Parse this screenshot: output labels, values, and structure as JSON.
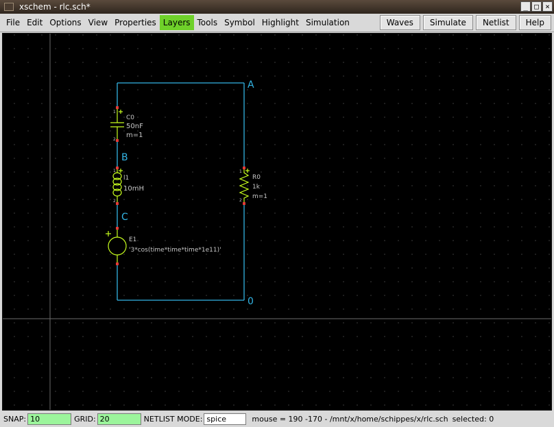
{
  "window": {
    "title": "xschem - rlc.sch*"
  },
  "menu": {
    "items": [
      "File",
      "Edit",
      "Options",
      "View",
      "Properties",
      "Layers",
      "Tools",
      "Symbol",
      "Highlight",
      "Simulation"
    ],
    "active": "Layers"
  },
  "toolbar": {
    "waves": "Waves",
    "simulate": "Simulate",
    "netlist": "Netlist",
    "help": "Help"
  },
  "schematic": {
    "nets": {
      "a": "A",
      "b": "B",
      "c": "C",
      "gnd": "0"
    },
    "c0": {
      "name": "C0",
      "value": "50nF",
      "mult": "m=1",
      "pin1": "1",
      "pin2": "2"
    },
    "l1": {
      "name": "l1",
      "value": "10mH",
      "pin1": "1",
      "pin2": "2"
    },
    "r0": {
      "name": "R0",
      "value": "1k",
      "mult": "m=1",
      "pin1": "1",
      "pin2": "2"
    },
    "e1": {
      "name": "E1",
      "value": "'3*cos(time*time*time*1e11)'"
    },
    "colors": {
      "wire": "#33b5e5",
      "symbol": "#c8ff1e",
      "pin": "#e53935",
      "label": "#c8c8c8"
    }
  },
  "status": {
    "snap_label": "SNAP:",
    "snap_value": "10",
    "grid_label": "GRID:",
    "grid_value": "20",
    "netlist_mode_label": "NETLIST MODE:",
    "netlist_mode_value": "spice",
    "mouse": "mouse = 190 -170 - /mnt/x/home/schippes/x/rlc.sch",
    "selected": "selected: 0"
  }
}
